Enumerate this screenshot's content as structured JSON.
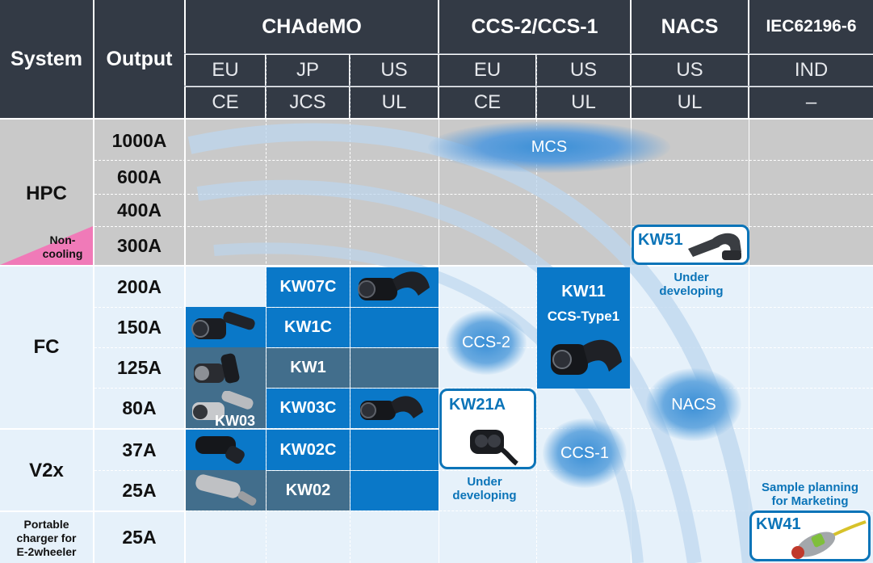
{
  "header": {
    "system": "System",
    "output": "Output",
    "groups": [
      "CHAdeMO",
      "CCS-2/CCS-1",
      "NACS",
      "IEC62196-6"
    ],
    "regions": [
      "EU",
      "JP",
      "US",
      "EU",
      "US",
      "US",
      "IND"
    ],
    "certs": [
      "CE",
      "JCS",
      "UL",
      "CE",
      "UL",
      "UL",
      "–"
    ]
  },
  "systems": {
    "hpc": "HPC",
    "non_cooling": "Non-\ncooling",
    "fc": "FC",
    "v2x": "V2x",
    "portable": "Portable\ncharger for\nE-2wheeler"
  },
  "outputs": [
    "1000A",
    "600A",
    "400A",
    "300A",
    "200A",
    "150A",
    "125A",
    "80A",
    "37A",
    "25A",
    "25A"
  ],
  "products": {
    "kw07c": "KW07C",
    "kw1c": "KW1C",
    "kw1": "KW1",
    "kw03c": "KW03C",
    "kw03": "KW03",
    "kw02c": "KW02C",
    "kw02": "KW02",
    "kw11": "KW11",
    "ccs_type1": "CCS-Type1",
    "kw21a": "KW21A",
    "kw51": "KW51",
    "kw41": "KW41"
  },
  "bubbles": {
    "mcs": "MCS",
    "ccs2": "CCS-2",
    "nacs": "NACS",
    "ccs1": "CCS-1"
  },
  "notes": {
    "under_dev_kw51": "Under\ndeveloping",
    "under_dev_kw21a": "Under\ndeveloping",
    "sample_planning": "Sample planning\nfor Marketing"
  },
  "colors": {
    "header": "#333a45",
    "hpc_band": "#c9c9c9",
    "fc_band": "#e6f1fa",
    "product_blue": "#0a78c8",
    "product_slate": "#426e8c",
    "outline": "#0b74b8",
    "pink": "#f07ab8"
  }
}
